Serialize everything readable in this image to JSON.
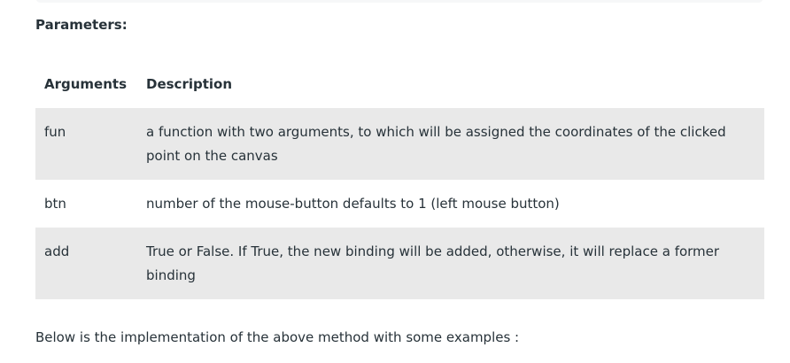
{
  "parameters_heading": "Parameters:",
  "table": {
    "headers": [
      "Arguments",
      "Description"
    ],
    "rows": [
      {
        "argument": "fun",
        "description": "a function with two arguments, to which will be assigned the coordinates of the clicked point on the canvas"
      },
      {
        "argument": "btn",
        "description": "number of the mouse-button defaults to 1 (left mouse button)"
      },
      {
        "argument": "add",
        "description": "True or False. If True, the new binding will be added, otherwise, it will replace a former binding"
      }
    ]
  },
  "footer_text": "Below is the implementation of the above method with some examples :"
}
